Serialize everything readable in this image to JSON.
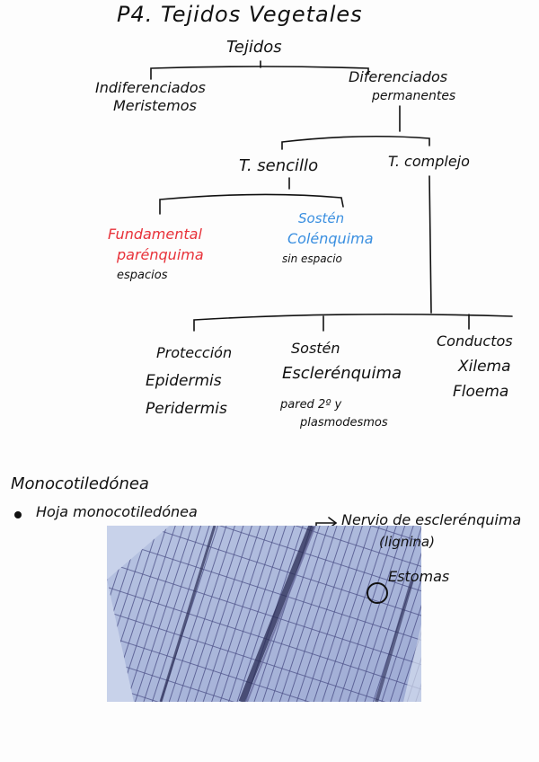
{
  "title": "P4. Tejidos Vegetales",
  "root": "Tejidos",
  "indiferenciados": {
    "line1": "Indiferenciados",
    "line2": "Meristemos"
  },
  "diferenciados": {
    "line1": "Diferenciados",
    "line2": "permanentes"
  },
  "sencillo": "T. sencillo",
  "complejo": "T. complejo",
  "fundamental": {
    "line1": "Fundamental",
    "line2": "parénquima",
    "note": "espacios"
  },
  "sosten_col": {
    "line1": "Sostén",
    "line2": "Colénquima",
    "note": "sin espacio"
  },
  "proteccion": {
    "line1": "Protección",
    "line2": "Epidermis",
    "line3": "Peridermis"
  },
  "sosten_escl": {
    "line1": "Sostén",
    "line2": "Esclerénquima",
    "note1": "pared 2º y",
    "note2": "plasmodesmos"
  },
  "conductos": {
    "line1": "Conductos",
    "line2": "Xilema",
    "line3": "Floema"
  },
  "mono": {
    "heading": "Monocotiledónea",
    "bullet": "Hoja monocotiledónea",
    "label_nervio": "Nervio de esclerénquima",
    "label_lignina": "(lignina)",
    "label_estomas": "Estomas"
  },
  "colors": {
    "red": "#e8323a",
    "blue": "#3a8fe0",
    "micro_bg": "#aab3d8",
    "micro_cells": "#3d3f7a"
  }
}
